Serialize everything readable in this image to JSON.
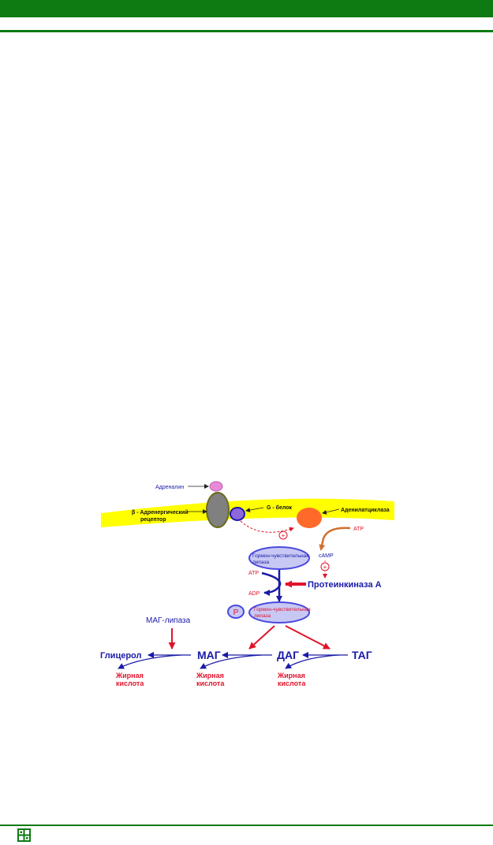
{
  "diagram": {
    "adrenaline": "Адреналин",
    "receptor_line1": "β - Адренергический",
    "receptor_line2": "рецептор",
    "g_protein": "G - белок",
    "adenylate_cyclase": "Аденилатциклаза",
    "atp_top": "ATP",
    "camp": "cAMP",
    "plus": "+",
    "hsl_line1": "Гормон-чувствительная",
    "hsl_line2": "липаза",
    "atp": "ATP",
    "adp": "ADP",
    "protein_kinase_a": "Протеинкиназа А",
    "phospho": "P",
    "hsl_p_line1": "Гормон-чувствительная",
    "hsl_p_line2": "липаза",
    "mag_lipase": "МАГ-липаза",
    "glycerol": "Глицерол",
    "mag": "МАГ",
    "dag": "ДАГ",
    "tag": "ТАГ",
    "fatty_acid_line1": "Жирная",
    "fatty_acid_line2": "кислота"
  },
  "colors": {
    "brand_green": "#0d7a12",
    "membrane": "#ffff00",
    "blue_text": "#1a1aa8",
    "red_text": "#e0142c"
  }
}
